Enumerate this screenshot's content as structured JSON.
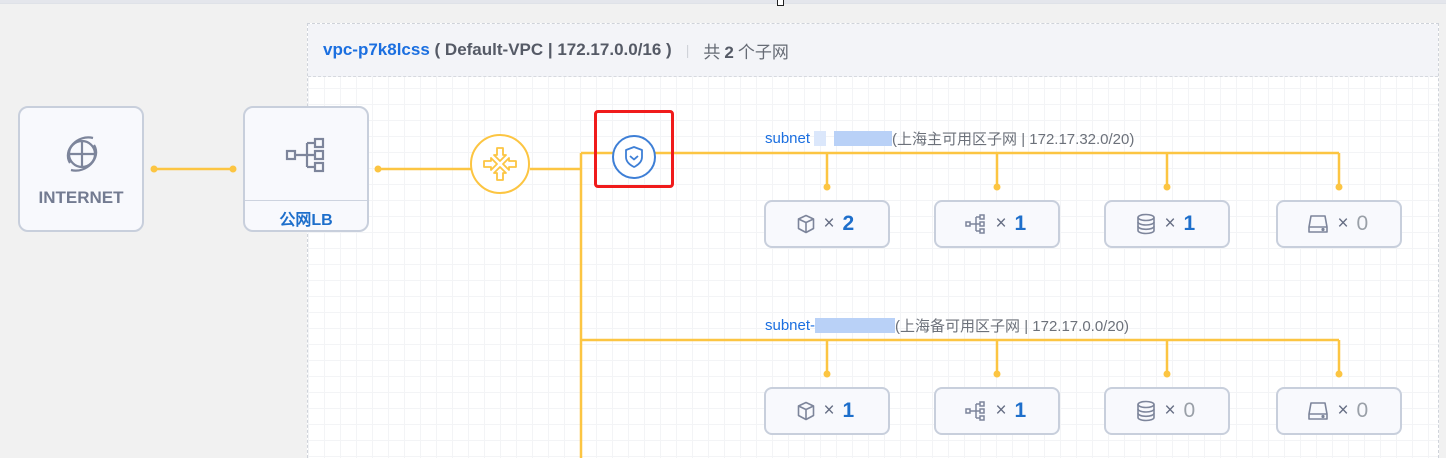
{
  "vpc": {
    "id": "vpc-p7k8lcss",
    "detail": "( Default-VPC | 172.17.0.0/16 )",
    "separator": "|",
    "count_prefix": "共",
    "count": "2",
    "count_suffix": "个子网"
  },
  "nodes": {
    "internet": {
      "label": "INTERNET",
      "icon": "globe-icon"
    },
    "lb": {
      "label": "公网LB",
      "icon": "load-balancer-icon"
    },
    "router": {
      "icon": "router-icon"
    },
    "security": {
      "icon": "shield-icon",
      "highlighted": true
    }
  },
  "subnets": [
    {
      "name": "subnet",
      "info": "(上海主可用区子网 | 172.17.32.0/20)",
      "resources": [
        {
          "type": "cvm",
          "icon": "cube-icon",
          "times": "×",
          "count": "2"
        },
        {
          "type": "clb",
          "icon": "load-balancer-icon",
          "times": "×",
          "count": "1"
        },
        {
          "type": "database",
          "icon": "database-icon",
          "times": "×",
          "count": "1"
        },
        {
          "type": "disk",
          "icon": "disk-icon",
          "times": "×",
          "count": "0"
        }
      ]
    },
    {
      "name": "subnet-",
      "info": "(上海备可用区子网 | 172.17.0.0/20)",
      "resources": [
        {
          "type": "cvm",
          "icon": "cube-icon",
          "times": "×",
          "count": "1"
        },
        {
          "type": "clb",
          "icon": "load-balancer-icon",
          "times": "×",
          "count": "1"
        },
        {
          "type": "database",
          "icon": "database-icon",
          "times": "×",
          "count": "0"
        },
        {
          "type": "disk",
          "icon": "disk-icon",
          "times": "×",
          "count": "0"
        }
      ]
    }
  ],
  "colors": {
    "wire": "#fcc542",
    "accent": "#1b6fe0",
    "highlight": "#f01b1b"
  }
}
